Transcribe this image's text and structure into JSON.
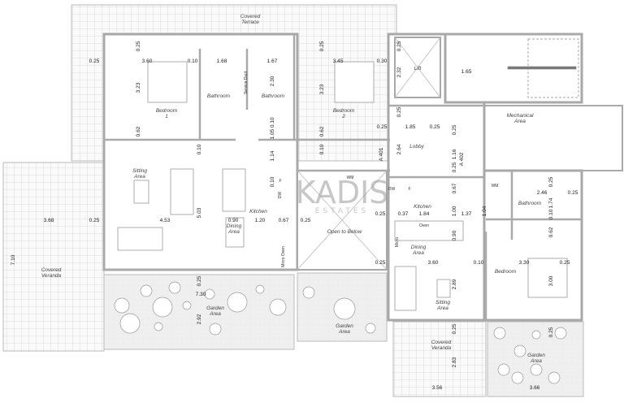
{
  "plan": {
    "watermark": {
      "main": "KADIS",
      "sub": "ESTATES"
    },
    "section_markers": [
      "A 401",
      "A 402"
    ],
    "rooms": [
      "Covered Terrace",
      "Bedroom 1",
      "Bathroom",
      "Bathroom",
      "Bedroom 2",
      "Lift",
      "Lobby",
      "Mechanical Area",
      "Sitting Area",
      "Kitchen",
      "Dining Area",
      "Open to Below",
      "Kitchen",
      "Dining Area",
      "Sitting Area",
      "Bedroom",
      "Bathroom",
      "Covered Veranda",
      "Garden Area",
      "Garden Area",
      "Covered Veranda",
      "Garden Area"
    ],
    "appliances": [
      "WM",
      "DW",
      "F",
      "WM",
      "DW",
      "F",
      "Micro",
      "Oven",
      "Micro Oven",
      "Service Duct"
    ],
    "dimensions": [
      "0.25",
      "3.60",
      "0.10",
      "1.68",
      "1.67",
      "0.25",
      "3.23",
      "0.62",
      "2.30",
      "0.10",
      "1.05 0.10",
      "1.14",
      "0.10",
      "0.25",
      "3.45",
      "0.30",
      "3.23",
      "0.62",
      "0.10",
      "0.25",
      "0.25",
      "2.32",
      "0.25",
      "1.85",
      "0.25",
      "2.64",
      "1.65",
      "0.25",
      "1.16",
      "0.25",
      "0.67",
      "2.46",
      "0.25",
      "0.25",
      "1.74",
      "0.10",
      "0.62",
      "1.00",
      "1.37",
      "1.04",
      "0.37",
      "1.84",
      "0.25",
      "0.90",
      "3.60",
      "0.10",
      "3.30",
      "0.25",
      "0.25",
      "2.89",
      "3.00",
      "0.25",
      "2.83",
      "3.56",
      "3.66",
      "0.25",
      "3.68",
      "0.25",
      "4.53",
      "5.03",
      "0.90",
      "1.20",
      "0.67",
      "0.25",
      "7.10",
      "0.25",
      "7.30",
      "2.92"
    ],
    "colors": {
      "wall": "#b8b8b8",
      "tile": "#c9c9c9",
      "garden": "#ececec",
      "text": "#333333"
    }
  }
}
